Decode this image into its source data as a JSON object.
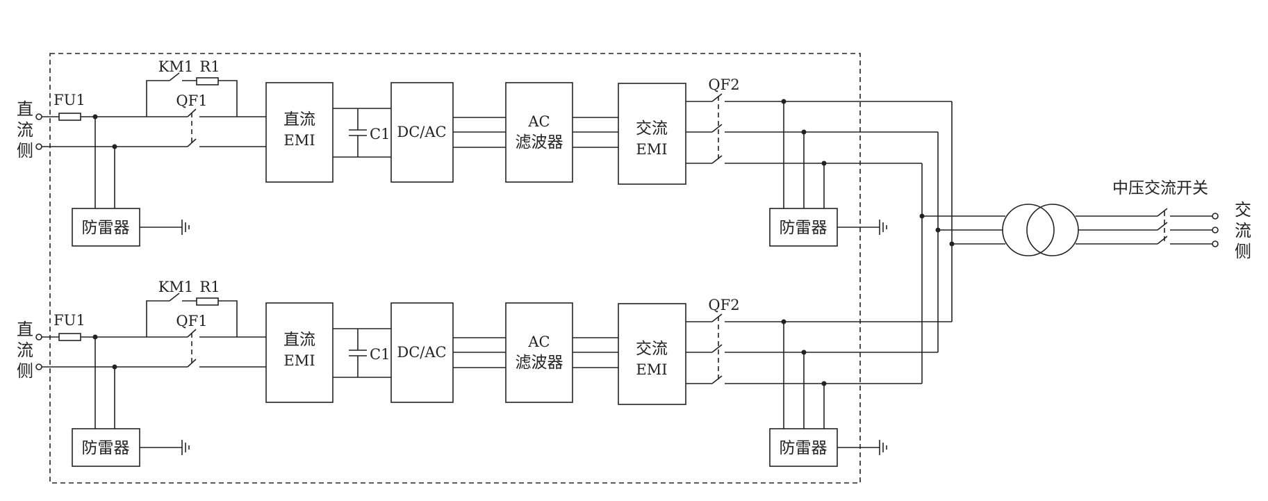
{
  "colors": {
    "ink": "#222222",
    "background": "#ffffff"
  },
  "labels": {
    "dc_side": [
      "直",
      "流",
      "侧"
    ],
    "ac_side": [
      "交",
      "流",
      "侧"
    ],
    "fuse": "FU1",
    "contactor": "KM1",
    "resistor": "R1",
    "dc_breaker": "QF1",
    "ac_breaker": "QF2",
    "dc_emi": [
      "直流",
      "EMI"
    ],
    "capacitor": "C1",
    "inverter": "DC/AC",
    "ac_filter": [
      "AC",
      "滤波器"
    ],
    "ac_emi": [
      "交流",
      "EMI"
    ],
    "surge_protector": "防雷器",
    "mv_switch": "中压交流开关"
  }
}
